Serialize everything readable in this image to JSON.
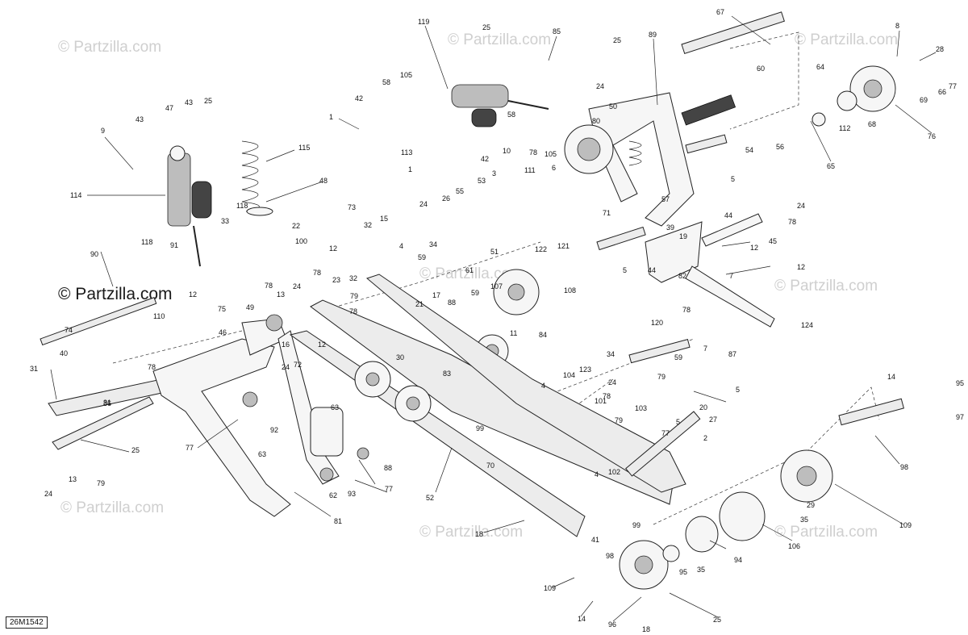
{
  "drawing_code": "26M1542",
  "watermark": {
    "faint": "© Partzilla.com",
    "prominent": "© Partzilla.com"
  },
  "labels": [
    {
      "id": "L1",
      "text": "119"
    },
    {
      "id": "L2",
      "text": "25"
    },
    {
      "id": "L3",
      "text": "85"
    },
    {
      "id": "L4",
      "text": "25"
    },
    {
      "id": "L5",
      "text": "67"
    },
    {
      "id": "L6",
      "text": "89"
    },
    {
      "id": "L7",
      "text": "8"
    },
    {
      "id": "L8",
      "text": "28"
    },
    {
      "id": "L9",
      "text": "58"
    },
    {
      "id": "L10",
      "text": "105"
    },
    {
      "id": "L11",
      "text": "24"
    },
    {
      "id": "L12",
      "text": "50"
    },
    {
      "id": "L13",
      "text": "80"
    },
    {
      "id": "L14",
      "text": "60"
    },
    {
      "id": "L15",
      "text": "64"
    },
    {
      "id": "L16",
      "text": "77"
    },
    {
      "id": "L17",
      "text": "66"
    },
    {
      "id": "L18",
      "text": "69"
    },
    {
      "id": "L19",
      "text": "68"
    },
    {
      "id": "L20",
      "text": "112"
    },
    {
      "id": "L21",
      "text": "76"
    },
    {
      "id": "L22",
      "text": "65"
    },
    {
      "id": "L23",
      "text": "42"
    },
    {
      "id": "L24",
      "text": "1"
    },
    {
      "id": "L25",
      "text": "58"
    },
    {
      "id": "L26",
      "text": "10"
    },
    {
      "id": "L27",
      "text": "78"
    },
    {
      "id": "L28",
      "text": "105"
    },
    {
      "id": "L29",
      "text": "42"
    },
    {
      "id": "L30",
      "text": "113"
    },
    {
      "id": "L31",
      "text": "1"
    },
    {
      "id": "L32",
      "text": "6"
    },
    {
      "id": "L33",
      "text": "54"
    },
    {
      "id": "L34",
      "text": "56"
    },
    {
      "id": "L35",
      "text": "47"
    },
    {
      "id": "L36",
      "text": "43"
    },
    {
      "id": "L37",
      "text": "25"
    },
    {
      "id": "L38",
      "text": "9"
    },
    {
      "id": "L39",
      "text": "43"
    },
    {
      "id": "L40",
      "text": "115"
    },
    {
      "id": "L41",
      "text": "48"
    },
    {
      "id": "L42",
      "text": "114"
    },
    {
      "id": "L43",
      "text": "118"
    },
    {
      "id": "L44",
      "text": "33"
    },
    {
      "id": "L45",
      "text": "22"
    },
    {
      "id": "L46",
      "text": "73"
    },
    {
      "id": "L47",
      "text": "32"
    },
    {
      "id": "L48",
      "text": "15"
    },
    {
      "id": "L49",
      "text": "24"
    },
    {
      "id": "L50",
      "text": "26"
    },
    {
      "id": "L51",
      "text": "55"
    },
    {
      "id": "L52",
      "text": "53"
    },
    {
      "id": "L53",
      "text": "3"
    },
    {
      "id": "L54",
      "text": "111"
    },
    {
      "id": "L55",
      "text": "57"
    },
    {
      "id": "L56",
      "text": "5"
    },
    {
      "id": "L57",
      "text": "24"
    },
    {
      "id": "L58",
      "text": "44"
    },
    {
      "id": "L59",
      "text": "78"
    },
    {
      "id": "L60",
      "text": "71"
    },
    {
      "id": "L61",
      "text": "45"
    },
    {
      "id": "L62",
      "text": "39"
    },
    {
      "id": "L63",
      "text": "19"
    },
    {
      "id": "L64",
      "text": "12"
    },
    {
      "id": "L65",
      "text": "118"
    },
    {
      "id": "L66",
      "text": "91"
    },
    {
      "id": "L67",
      "text": "100"
    },
    {
      "id": "L68",
      "text": "12"
    },
    {
      "id": "L69",
      "text": "90"
    },
    {
      "id": "L70",
      "text": "78"
    },
    {
      "id": "L71",
      "text": "4"
    },
    {
      "id": "L72",
      "text": "34"
    },
    {
      "id": "L73",
      "text": "59"
    },
    {
      "id": "L74",
      "text": "23"
    },
    {
      "id": "L75",
      "text": "32"
    },
    {
      "id": "L76",
      "text": "61"
    },
    {
      "id": "L77",
      "text": "122"
    },
    {
      "id": "L78",
      "text": "121"
    },
    {
      "id": "L79",
      "text": "5"
    },
    {
      "id": "L80",
      "text": "44"
    },
    {
      "id": "L81",
      "text": "82"
    },
    {
      "id": "L82",
      "text": "12"
    },
    {
      "id": "L83",
      "text": "7"
    },
    {
      "id": "L84",
      "text": "78"
    },
    {
      "id": "L85",
      "text": "24"
    },
    {
      "id": "L86",
      "text": "13"
    },
    {
      "id": "L87",
      "text": "79"
    },
    {
      "id": "L88",
      "text": "78"
    },
    {
      "id": "L89",
      "text": "17"
    },
    {
      "id": "L90",
      "text": "21"
    },
    {
      "id": "L91",
      "text": "51"
    },
    {
      "id": "L92",
      "text": "59"
    },
    {
      "id": "L93",
      "text": "107"
    },
    {
      "id": "L94",
      "text": "108"
    },
    {
      "id": "L95",
      "text": "49"
    },
    {
      "id": "L96",
      "text": "75"
    },
    {
      "id": "L97",
      "text": "78"
    },
    {
      "id": "L98",
      "text": "12"
    },
    {
      "id": "L99",
      "text": "110"
    },
    {
      "id": "L100",
      "text": "74"
    },
    {
      "id": "L101",
      "text": "46"
    },
    {
      "id": "L102",
      "text": "16"
    },
    {
      "id": "L103",
      "text": "12"
    },
    {
      "id": "L104",
      "text": "88"
    },
    {
      "id": "L105",
      "text": "11"
    },
    {
      "id": "L106",
      "text": "120"
    },
    {
      "id": "L107",
      "text": "124"
    },
    {
      "id": "L108",
      "text": "40"
    },
    {
      "id": "L109",
      "text": "78"
    },
    {
      "id": "L110",
      "text": "31"
    },
    {
      "id": "L111",
      "text": "31"
    },
    {
      "id": "L112",
      "text": "72"
    },
    {
      "id": "L113",
      "text": "24"
    },
    {
      "id": "L114",
      "text": "30"
    },
    {
      "id": "L115",
      "text": "84"
    },
    {
      "id": "L116",
      "text": "123"
    },
    {
      "id": "L117",
      "text": "104"
    },
    {
      "id": "L118",
      "text": "34"
    },
    {
      "id": "L119",
      "text": "59"
    },
    {
      "id": "L120",
      "text": "7"
    },
    {
      "id": "L121",
      "text": "79"
    },
    {
      "id": "L122",
      "text": "4"
    },
    {
      "id": "L123",
      "text": "87"
    },
    {
      "id": "L124",
      "text": "5"
    },
    {
      "id": "L125",
      "text": "77"
    },
    {
      "id": "L126",
      "text": "92"
    },
    {
      "id": "L127",
      "text": "63"
    },
    {
      "id": "L128",
      "text": "63"
    },
    {
      "id": "L129",
      "text": "83"
    },
    {
      "id": "L130",
      "text": "20"
    },
    {
      "id": "L131",
      "text": "101"
    },
    {
      "id": "L132",
      "text": "78"
    },
    {
      "id": "L133",
      "text": "79"
    },
    {
      "id": "L134",
      "text": "103"
    },
    {
      "id": "L135",
      "text": "77"
    },
    {
      "id": "L136",
      "text": "5"
    },
    {
      "id": "L137",
      "text": "27"
    },
    {
      "id": "L138",
      "text": "2"
    },
    {
      "id": "L139",
      "text": "14"
    },
    {
      "id": "L140",
      "text": "95"
    },
    {
      "id": "L141",
      "text": "97"
    },
    {
      "id": "L142",
      "text": "25"
    },
    {
      "id": "L143",
      "text": "86"
    },
    {
      "id": "L144",
      "text": "24"
    },
    {
      "id": "L145",
      "text": "13"
    },
    {
      "id": "L146",
      "text": "79"
    },
    {
      "id": "L147",
      "text": "88"
    },
    {
      "id": "L148",
      "text": "70"
    },
    {
      "id": "L149",
      "text": "4"
    },
    {
      "id": "L150",
      "text": "102"
    },
    {
      "id": "L151",
      "text": "98"
    },
    {
      "id": "L152",
      "text": "93"
    },
    {
      "id": "L153",
      "text": "62"
    },
    {
      "id": "L154",
      "text": "77"
    },
    {
      "id": "L155",
      "text": "52"
    },
    {
      "id": "L156",
      "text": "81"
    },
    {
      "id": "L157",
      "text": "29"
    },
    {
      "id": "L158",
      "text": "35"
    },
    {
      "id": "L159",
      "text": "109"
    },
    {
      "id": "L160",
      "text": "99"
    },
    {
      "id": "L161",
      "text": "18"
    },
    {
      "id": "L162",
      "text": "106"
    },
    {
      "id": "L163",
      "text": "94"
    },
    {
      "id": "L164",
      "text": "41"
    },
    {
      "id": "L165",
      "text": "98"
    },
    {
      "id": "L166",
      "text": "95"
    },
    {
      "id": "L167",
      "text": "35"
    },
    {
      "id": "L168",
      "text": "109"
    },
    {
      "id": "L169",
      "text": "14"
    },
    {
      "id": "L170",
      "text": "96"
    },
    {
      "id": "L171",
      "text": "18"
    },
    {
      "id": "L172",
      "text": "25"
    },
    {
      "id": "L173",
      "text": "99"
    },
    {
      "id": "L174",
      "text": "24"
    }
  ]
}
